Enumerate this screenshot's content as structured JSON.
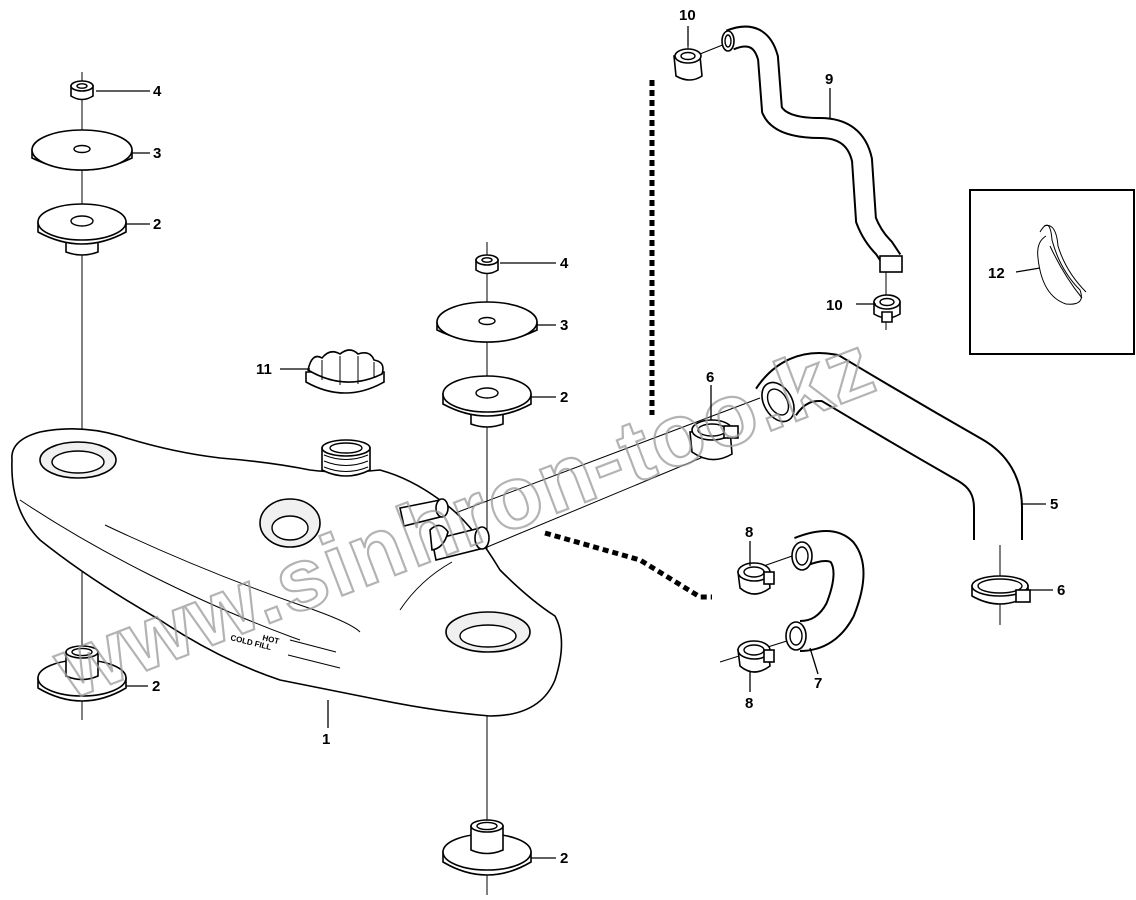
{
  "diagram": {
    "tank_markings": {
      "hot": "HOT",
      "cold_fill": "COLD FILL"
    },
    "callouts": [
      {
        "id": "c-10-top",
        "label": "10",
        "part": "hose-clamp"
      },
      {
        "id": "c-9",
        "label": "9",
        "part": "upper-hose"
      },
      {
        "id": "c-4-left",
        "label": "4",
        "part": "nut"
      },
      {
        "id": "c-3-left",
        "label": "3",
        "part": "washer"
      },
      {
        "id": "c-2-left-top",
        "label": "2",
        "part": "rubber-bushing"
      },
      {
        "id": "c-12",
        "label": "12",
        "part": "cable-tie"
      },
      {
        "id": "c-4-mid",
        "label": "4",
        "part": "nut"
      },
      {
        "id": "c-10-right",
        "label": "10",
        "part": "hose-clamp"
      },
      {
        "id": "c-11",
        "label": "11",
        "part": "filler-cap"
      },
      {
        "id": "c-3-mid",
        "label": "3",
        "part": "washer"
      },
      {
        "id": "c-6-top",
        "label": "6",
        "part": "hose-clamp"
      },
      {
        "id": "c-2-mid-top",
        "label": "2",
        "part": "rubber-bushing"
      },
      {
        "id": "c-5",
        "label": "5",
        "part": "lower-hose"
      },
      {
        "id": "c-8-top",
        "label": "8",
        "part": "hose-clamp"
      },
      {
        "id": "c-6-right",
        "label": "6",
        "part": "hose-clamp"
      },
      {
        "id": "c-2-left-bottom",
        "label": "2",
        "part": "rubber-bushing"
      },
      {
        "id": "c-7",
        "label": "7",
        "part": "bent-hose"
      },
      {
        "id": "c-1",
        "label": "1",
        "part": "expansion-tank"
      },
      {
        "id": "c-8-bottom",
        "label": "8",
        "part": "hose-clamp"
      },
      {
        "id": "c-2-bottom",
        "label": "2",
        "part": "rubber-bushing"
      }
    ],
    "watermark": "www.sinhron-too.kz"
  }
}
